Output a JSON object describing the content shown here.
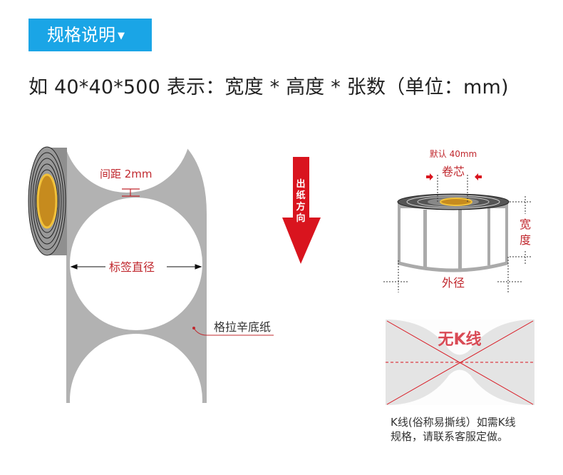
{
  "header": {
    "title": "规格说明",
    "dropdown_icon": "triangle-down-icon"
  },
  "description": "如 40*40*500 表示：宽度 * 高度 * 张数（单位：mm)",
  "left_diagram": {
    "gap_label": "间距 2mm",
    "diameter_label": "标签直径",
    "liner_label": "格拉辛底纸"
  },
  "arrow": {
    "chars": [
      "出",
      "纸",
      "方",
      "向"
    ],
    "color": "#d9141e"
  },
  "right_roll": {
    "core_default": "默认 40mm",
    "core_label": "卷芯",
    "width_chars": [
      "宽",
      "度"
    ],
    "outer_label": "外径"
  },
  "no_k_line": {
    "title": "无K线",
    "note_line1": "K线(俗称易撕线）如需K线",
    "note_line2": "规格，请联系客服定做。"
  },
  "colors": {
    "accent": "#1aa5e6",
    "label_red": "#c0282e",
    "liner_gray": "#b2b2b2"
  }
}
